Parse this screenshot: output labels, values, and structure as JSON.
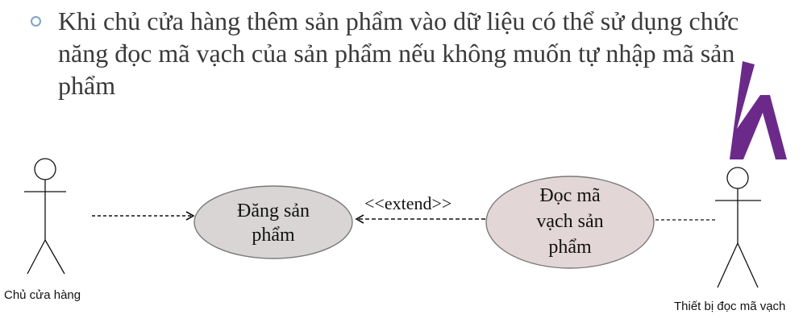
{
  "bullet": {
    "text": "Khi chủ cửa hàng thêm sản phẩm vào dữ liệu có thể sử dụng chức năng đọc mã vạch của sản phẩm nếu không muốn tự nhập mã sản phẩm"
  },
  "diagram": {
    "actors": [
      {
        "label": "Chủ cửa hàng"
      },
      {
        "label": "Thiết bị đọc mã vạch"
      }
    ],
    "use_cases": [
      {
        "lines": [
          "Đăng sản",
          "phẩm"
        ]
      },
      {
        "lines": [
          "Đọc mã",
          "vạch sản",
          "phẩm"
        ]
      }
    ],
    "relationship": {
      "label": "<<extend>>"
    }
  },
  "colors": {
    "usecase_fill": "#d9d5d5",
    "usecase2_fill": "#e3d6d6",
    "logo": "#6b2a8a",
    "bullet": "#7fa2c9"
  }
}
